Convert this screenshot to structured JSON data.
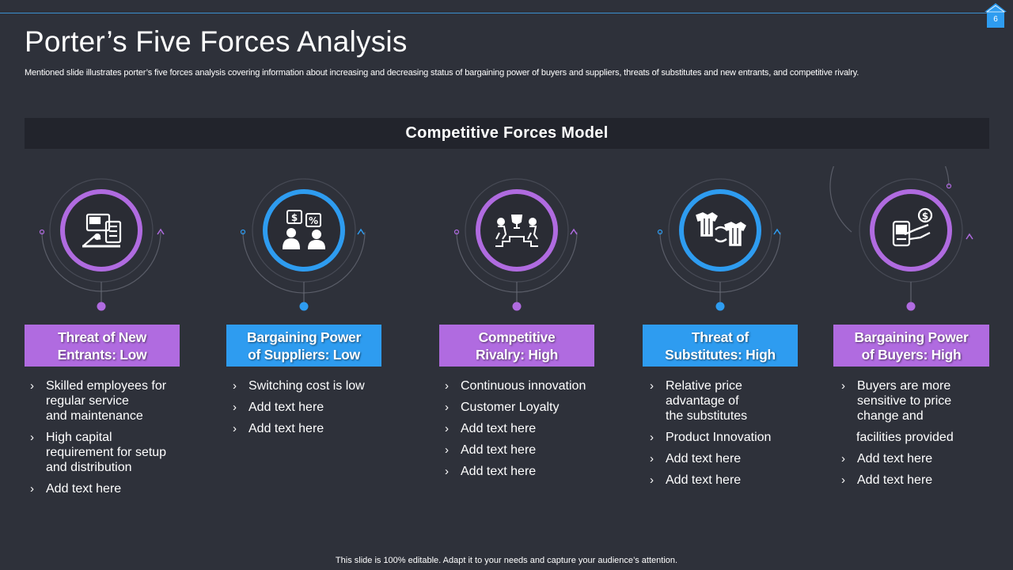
{
  "slide": {
    "page_number": "6",
    "title": "Porter’s Five Forces Analysis",
    "subtitle": "Mentioned slide illustrates porter’s five forces analysis covering information about increasing and decreasing status of bargaining power of buyers and suppliers, threats of substitutes and new entrants, and competitive rivalry.",
    "model_title": "Competitive  Forces Model",
    "footer": "This slide is 100% editable. Adapt it to your needs and capture your audience’s attention."
  },
  "colors": {
    "background": "#2e313a",
    "bar": "#22242c",
    "purple": "#b06be0",
    "blue": "#2e9cf0"
  },
  "forces": [
    {
      "header_line1": "Threat of New",
      "header_line2": "Entrants: Low",
      "color": "purple",
      "icon": "computer-machine-icon",
      "bullets": [
        {
          "lines": [
            "Skilled employees for",
            "regular service",
            "and maintenance"
          ]
        },
        {
          "lines": [
            "High capital",
            "requirement for setup",
            "and distribution"
          ]
        },
        {
          "lines": [
            "Add text here"
          ]
        }
      ]
    },
    {
      "header_line1": "Bargaining Power",
      "header_line2": "of Suppliers: Low",
      "color": "blue",
      "icon": "supplier-negotiation-icon",
      "bullets": [
        {
          "lines": [
            "Switching cost is low"
          ]
        },
        {
          "lines": [
            "Add text here"
          ]
        },
        {
          "lines": [
            "Add text here"
          ]
        }
      ]
    },
    {
      "header_line1": "Competitive",
      "header_line2": "Rivalry: High",
      "color": "purple",
      "icon": "race-trophy-icon",
      "bullets": [
        {
          "lines": [
            "Continuous innovation"
          ]
        },
        {
          "lines": [
            "Customer Loyalty"
          ]
        },
        {
          "lines": [
            "Add text here"
          ]
        },
        {
          "lines": [
            "Add text here"
          ]
        },
        {
          "lines": [
            "Add text here"
          ]
        }
      ]
    },
    {
      "header_line1": "Threat of",
      "header_line2": "Substitutes: High",
      "color": "blue",
      "icon": "shirt-swap-icon",
      "bullets": [
        {
          "lines": [
            "Relative price",
            "advantage of",
            "the substitutes"
          ]
        },
        {
          "lines": [
            "Product Innovation"
          ]
        },
        {
          "lines": [
            "Add text here"
          ]
        },
        {
          "lines": [
            "Add text here"
          ]
        }
      ]
    },
    {
      "header_line1": "Bargaining Power",
      "header_line2": "of Buyers: High",
      "color": "purple",
      "icon": "buyer-payment-icon",
      "bullets": [
        {
          "lines": [
            "Buyers are more",
            "sensitive to price",
            "change and"
          ]
        },
        {
          "lines": [
            "facilities provided"
          ],
          "plain": true
        },
        {
          "lines": [
            "Add text here"
          ]
        },
        {
          "lines": [
            "Add text here"
          ]
        }
      ]
    }
  ]
}
